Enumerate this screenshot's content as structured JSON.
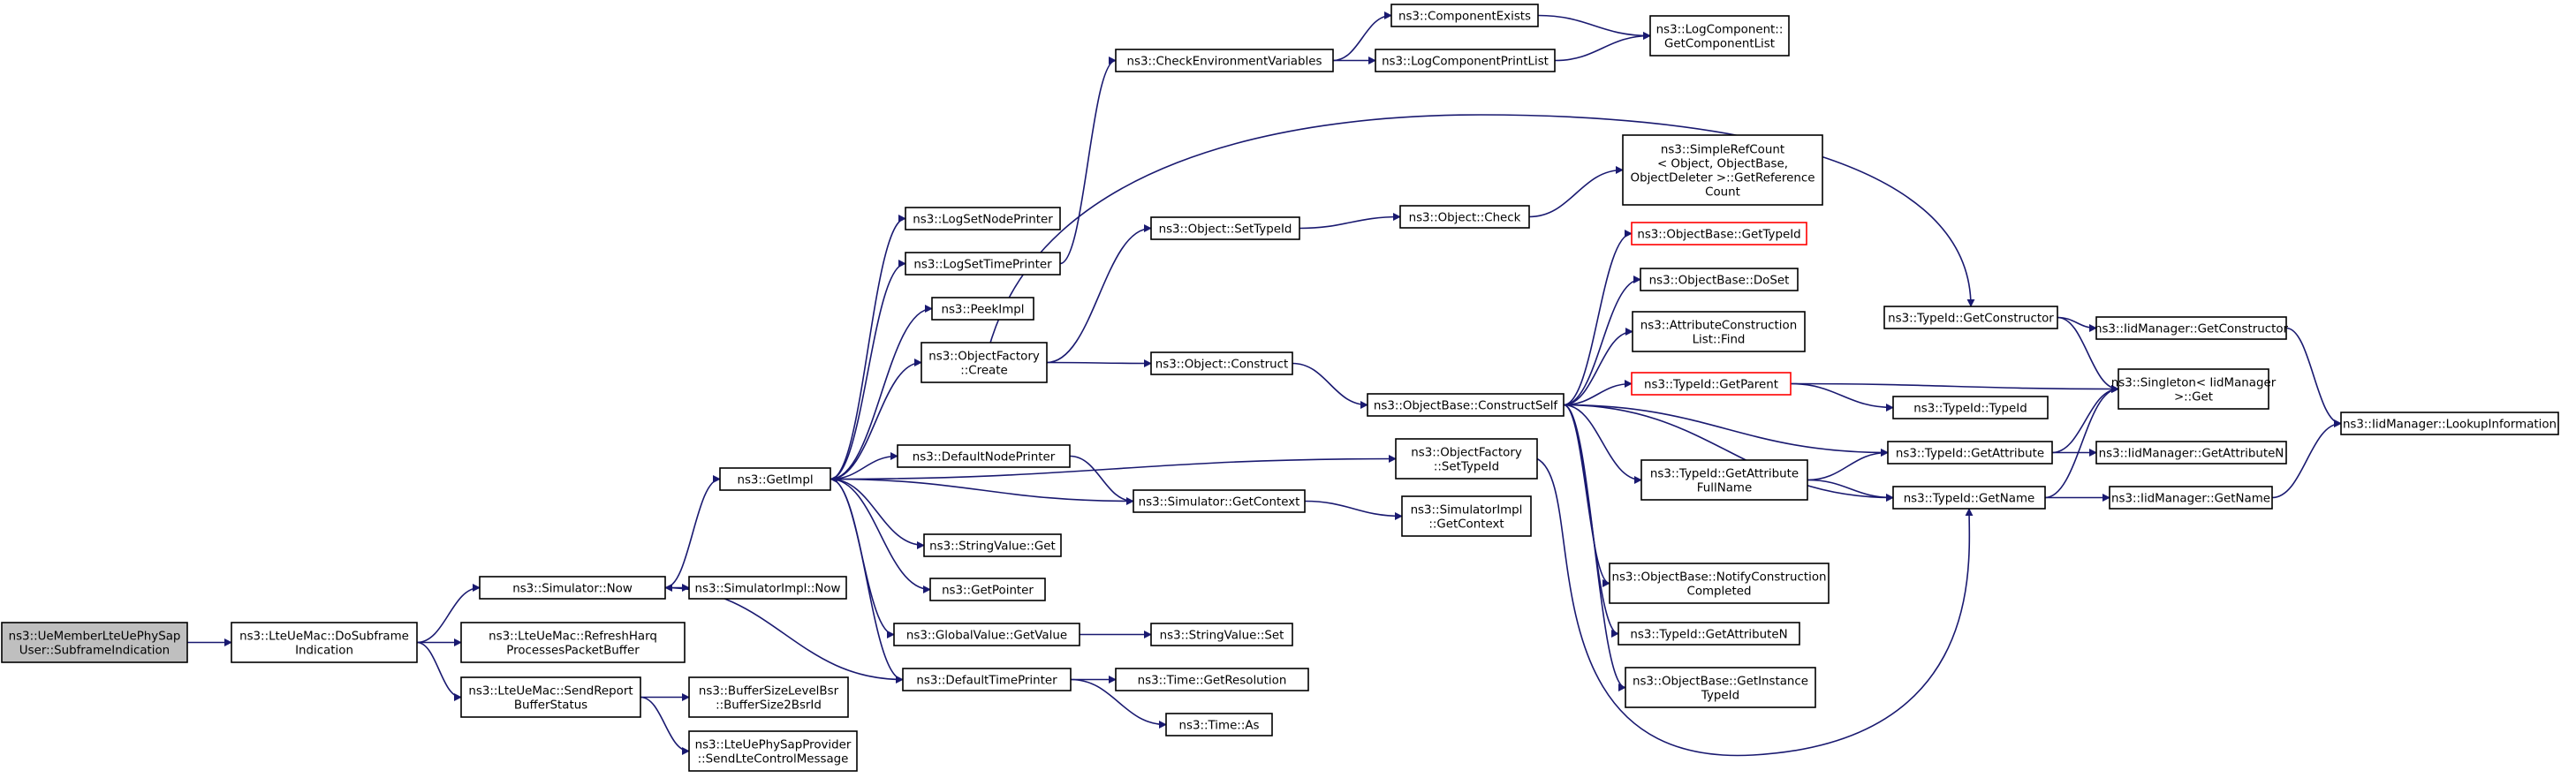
{
  "colors": {
    "edge": "#191970",
    "root_fill": "#bfbfbf",
    "node_border": "#000000",
    "highlight_border": "#ff0000"
  },
  "nodes": {
    "root": {
      "lines": [
        "ns3::UeMemberLteUePhySap",
        "User::SubframeIndication"
      ]
    },
    "doSub": {
      "lines": [
        "ns3::LteUeMac::DoSubframe",
        "Indication"
      ]
    },
    "simNow": {
      "lines": [
        "ns3::Simulator::Now"
      ]
    },
    "refresh": {
      "lines": [
        "ns3::LteUeMac::RefreshHarq",
        "ProcessesPacketBuffer"
      ]
    },
    "sendRep": {
      "lines": [
        "ns3::LteUeMac::SendReport",
        "BufferStatus"
      ]
    },
    "getImpl": {
      "lines": [
        "ns3::GetImpl"
      ]
    },
    "simImplNow": {
      "lines": [
        "ns3::SimulatorImpl::Now"
      ]
    },
    "bufSize": {
      "lines": [
        "ns3::BufferSizeLevelBsr",
        "::BufferSize2BsrId"
      ]
    },
    "sendLte": {
      "lines": [
        "ns3::LteUePhySapProvider",
        "::SendLteControlMessage"
      ]
    },
    "logNode": {
      "lines": [
        "ns3::LogSetNodePrinter"
      ]
    },
    "logTime": {
      "lines": [
        "ns3::LogSetTimePrinter"
      ]
    },
    "peekImpl": {
      "lines": [
        "ns3::PeekImpl"
      ]
    },
    "objFactCreate": {
      "lines": [
        "ns3::ObjectFactory",
        "::Create"
      ]
    },
    "defNode": {
      "lines": [
        "ns3::DefaultNodePrinter"
      ]
    },
    "strGet": {
      "lines": [
        "ns3::StringValue::Get"
      ]
    },
    "getPtr": {
      "lines": [
        "ns3::GetPointer"
      ]
    },
    "glbGet": {
      "lines": [
        "ns3::GlobalValue::GetValue"
      ]
    },
    "defTime": {
      "lines": [
        "ns3::DefaultTimePrinter"
      ]
    },
    "checkEnv": {
      "lines": [
        "ns3::CheckEnvironmentVariables"
      ]
    },
    "compExists": {
      "lines": [
        "ns3::ComponentExists"
      ]
    },
    "logPrint": {
      "lines": [
        "ns3::LogComponentPrintList"
      ]
    },
    "logComp": {
      "lines": [
        "ns3::LogComponent::",
        "GetComponentList"
      ]
    },
    "setTypeId": {
      "lines": [
        "ns3::Object::SetTypeId"
      ]
    },
    "objCheck": {
      "lines": [
        "ns3::Object::Check"
      ]
    },
    "simpleRef": {
      "lines": [
        "ns3::SimpleRefCount",
        "< Object, ObjectBase,",
        " ObjectDeleter >::GetReference",
        "Count"
      ]
    },
    "objConstruct": {
      "lines": [
        "ns3::Object::Construct"
      ]
    },
    "simGetCtx": {
      "lines": [
        "ns3::Simulator::GetContext"
      ]
    },
    "strSet": {
      "lines": [
        "ns3::StringValue::Set"
      ]
    },
    "timeRes": {
      "lines": [
        "ns3::Time::GetResolution"
      ]
    },
    "timeAs": {
      "lines": [
        "ns3::Time::As"
      ]
    },
    "constructSelf": {
      "lines": [
        "ns3::ObjectBase::ConstructSelf"
      ]
    },
    "ofSetTypeId": {
      "lines": [
        "ns3::ObjectFactory",
        "::SetTypeId"
      ]
    },
    "simImplCtx": {
      "lines": [
        "ns3::SimulatorImpl",
        "::GetContext"
      ]
    },
    "obGetTypeId": {
      "lines": [
        "ns3::ObjectBase::GetTypeId"
      ]
    },
    "obDoSet": {
      "lines": [
        "ns3::ObjectBase::DoSet"
      ]
    },
    "attrFind": {
      "lines": [
        "ns3::AttributeConstruction",
        "List::Find"
      ]
    },
    "tidGetParent": {
      "lines": [
        "ns3::TypeId::GetParent"
      ]
    },
    "tidGetAttrFull": {
      "lines": [
        "ns3::TypeId::GetAttribute",
        "FullName"
      ]
    },
    "obNotify": {
      "lines": [
        "ns3::ObjectBase::NotifyConstruction",
        "Completed"
      ]
    },
    "tidGetAttrN": {
      "lines": [
        "ns3::TypeId::GetAttributeN"
      ]
    },
    "obGetInst": {
      "lines": [
        "ns3::ObjectBase::GetInstance",
        "TypeId"
      ]
    },
    "tidGetCtor": {
      "lines": [
        "ns3::TypeId::GetConstructor"
      ]
    },
    "tidTypeId": {
      "lines": [
        "ns3::TypeId::TypeId"
      ]
    },
    "tidGetAttr": {
      "lines": [
        "ns3::TypeId::GetAttribute"
      ]
    },
    "tidGetName": {
      "lines": [
        "ns3::TypeId::GetName"
      ]
    },
    "iidGetCtor": {
      "lines": [
        "ns3::IidManager::GetConstructor"
      ]
    },
    "singletonGet": {
      "lines": [
        "ns3::Singleton< IidManager",
        " >::Get"
      ]
    },
    "iidGetAttrN": {
      "lines": [
        "ns3::IidManager::GetAttributeN"
      ]
    },
    "iidGetName": {
      "lines": [
        "ns3::IidManager::GetName"
      ]
    },
    "iidLookup": {
      "lines": [
        "ns3::IidManager::LookupInformation"
      ]
    }
  }
}
